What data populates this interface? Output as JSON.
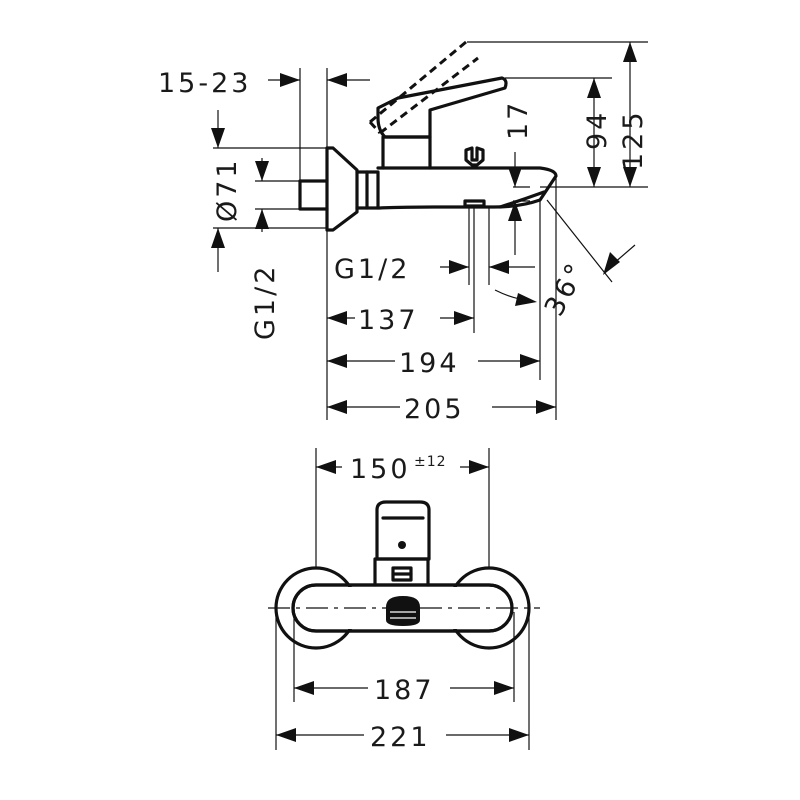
{
  "drawing": {
    "dims": {
      "wall_offset": "15-23",
      "diameter": "Ø71",
      "connection_vertical": "G1/2",
      "connection_spout": "G1/2",
      "spout_depth": "17",
      "height_lever": "94",
      "height_total": "125",
      "spout_angle": "36°",
      "depth_spout": "137",
      "depth_194": "194",
      "depth_total": "205",
      "centers_base": "150",
      "centers_tolerance": "±12",
      "width_187": "187",
      "width_total": "221"
    }
  }
}
